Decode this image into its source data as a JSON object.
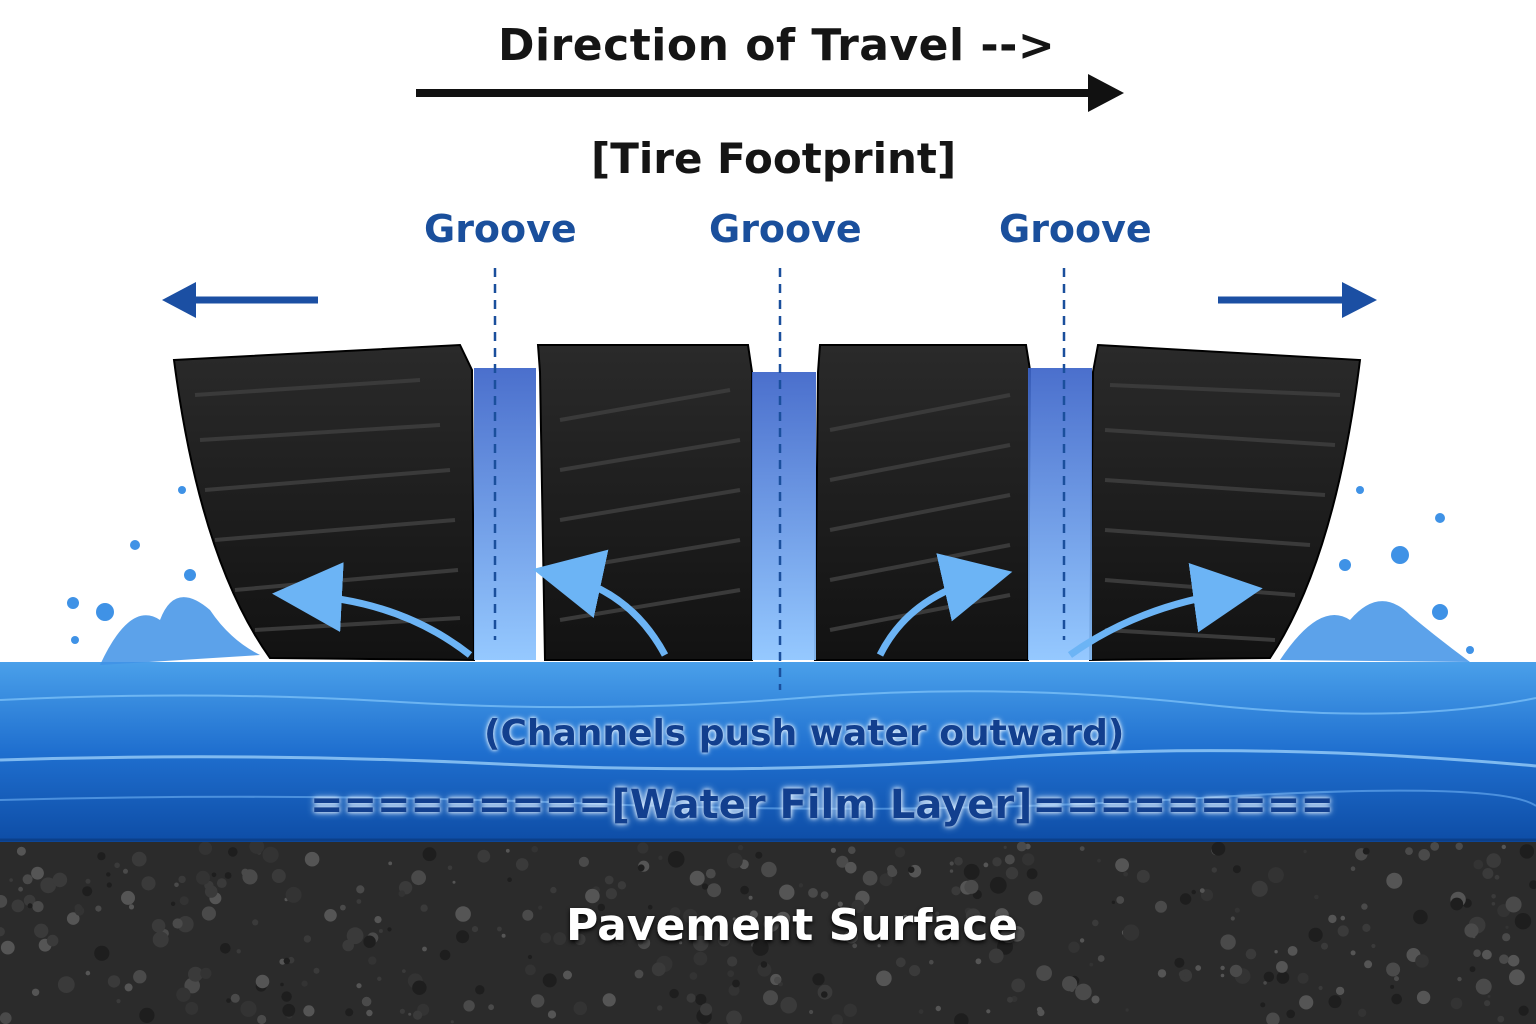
{
  "title": "Direction of Travel -->",
  "footprint_label": "[Tire Footprint]",
  "grooves": [
    "Groove",
    "Groove",
    "Groove"
  ],
  "channels_note": "(Channels push water outward)",
  "water_film_label": "=========[Water Film Layer]=========",
  "pavement_label": "Pavement Surface",
  "colors": {
    "label_blue": "#1a4f9c",
    "water": "#2f7fd6",
    "tread": "#1c1c1c",
    "pavement": "#2a2a2a",
    "arrow_blue": "#5aa8f0"
  }
}
